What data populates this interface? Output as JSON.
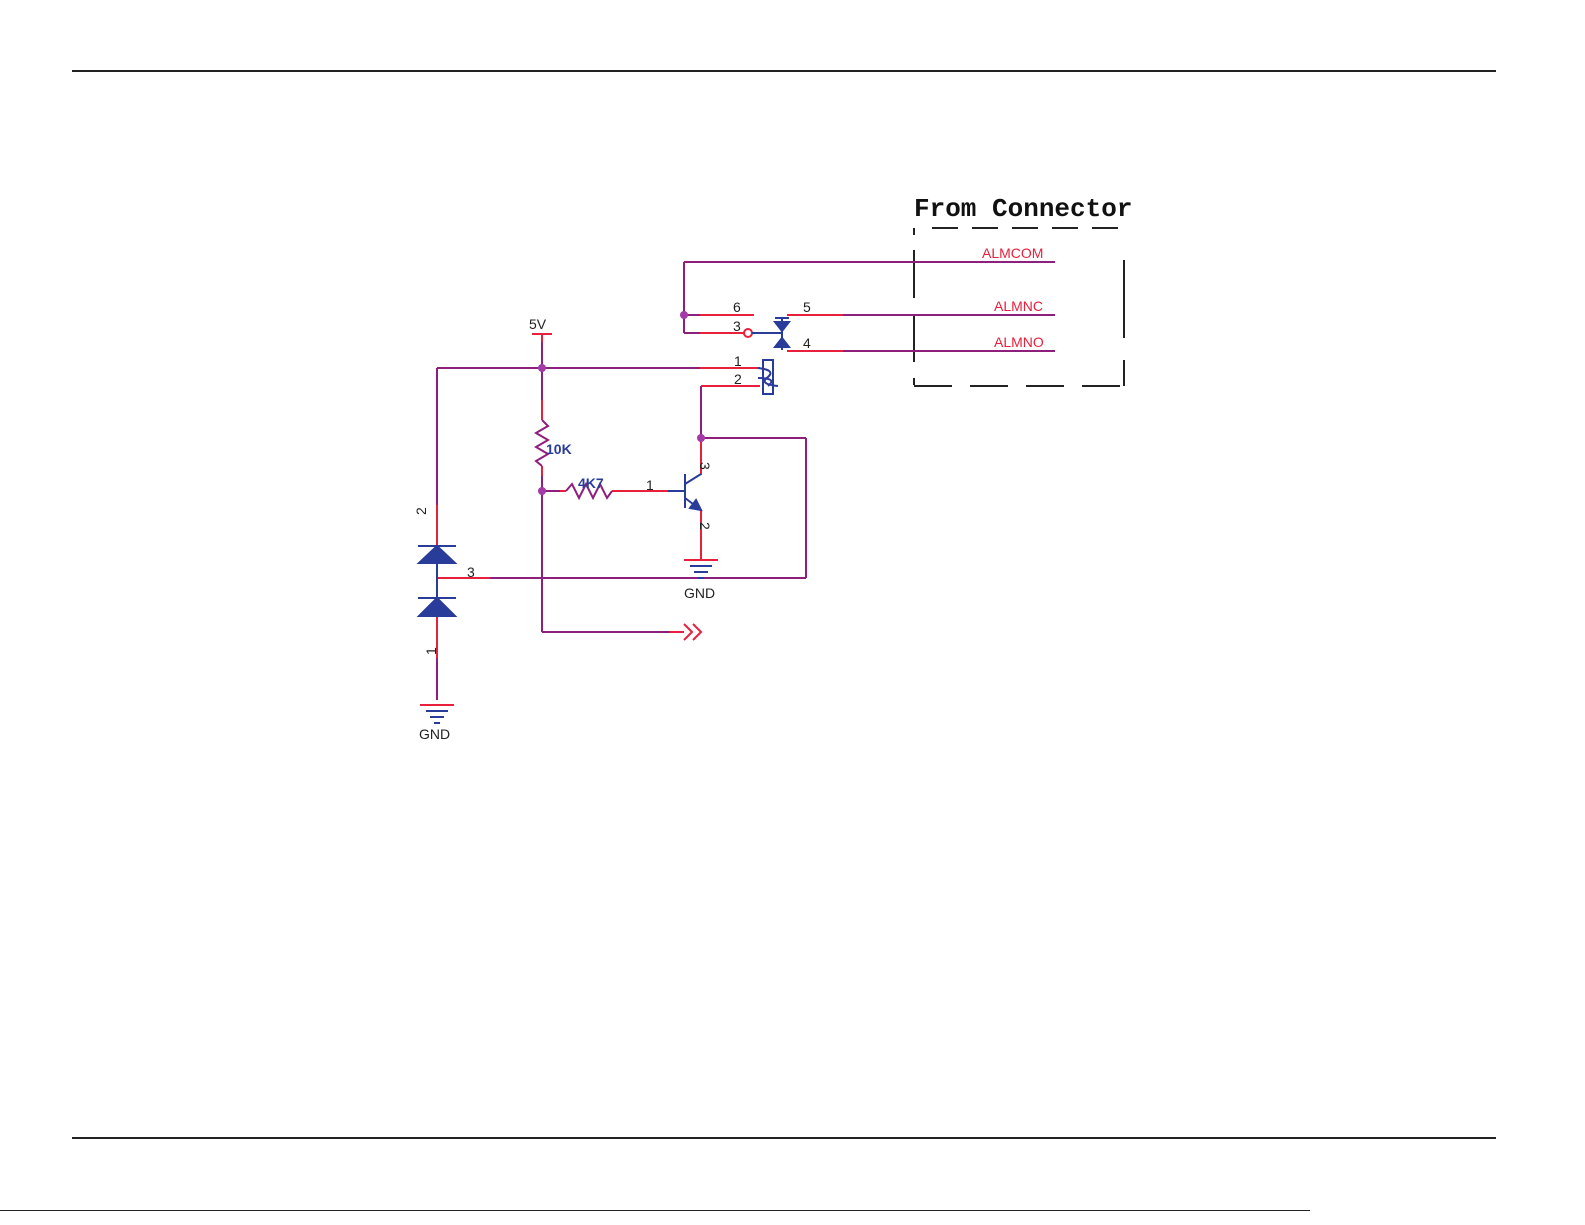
{
  "diagram": {
    "title": "From Connector",
    "nets": {
      "almcom": "ALMCOM",
      "almnc": "ALMNC",
      "almno": "ALMNO",
      "vcc": "5V",
      "gnd_left": "GND",
      "gnd_transistor": "GND"
    },
    "components": {
      "r1": "10K",
      "r2": "4K7"
    },
    "pins": {
      "relay_6": "6",
      "relay_3": "3",
      "relay_5": "5",
      "relay_4": "4",
      "coil_1": "1",
      "coil_2": "2",
      "q_base": "1",
      "q_collector": "3",
      "q_emitter": "2",
      "d_top": "2",
      "d_mid": "3",
      "d_bottom": "1"
    }
  },
  "colors": {
    "wire": "#8e1f7c",
    "pin": "#e8203c",
    "symbol": "#2a3c9a",
    "junction": "#a43aa8",
    "border": "#222222"
  }
}
